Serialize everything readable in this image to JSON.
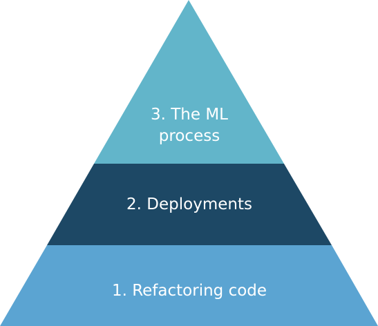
{
  "diagram": {
    "levels": [
      {
        "label_lines": [
          "3. The ML",
          "process"
        ],
        "color": "#62b5ca"
      },
      {
        "label_lines": [
          "2. Deployments"
        ],
        "color": "#1d4865"
      },
      {
        "label_lines": [
          "1. Refactoring code"
        ],
        "color": "#5ba4d2"
      }
    ]
  }
}
